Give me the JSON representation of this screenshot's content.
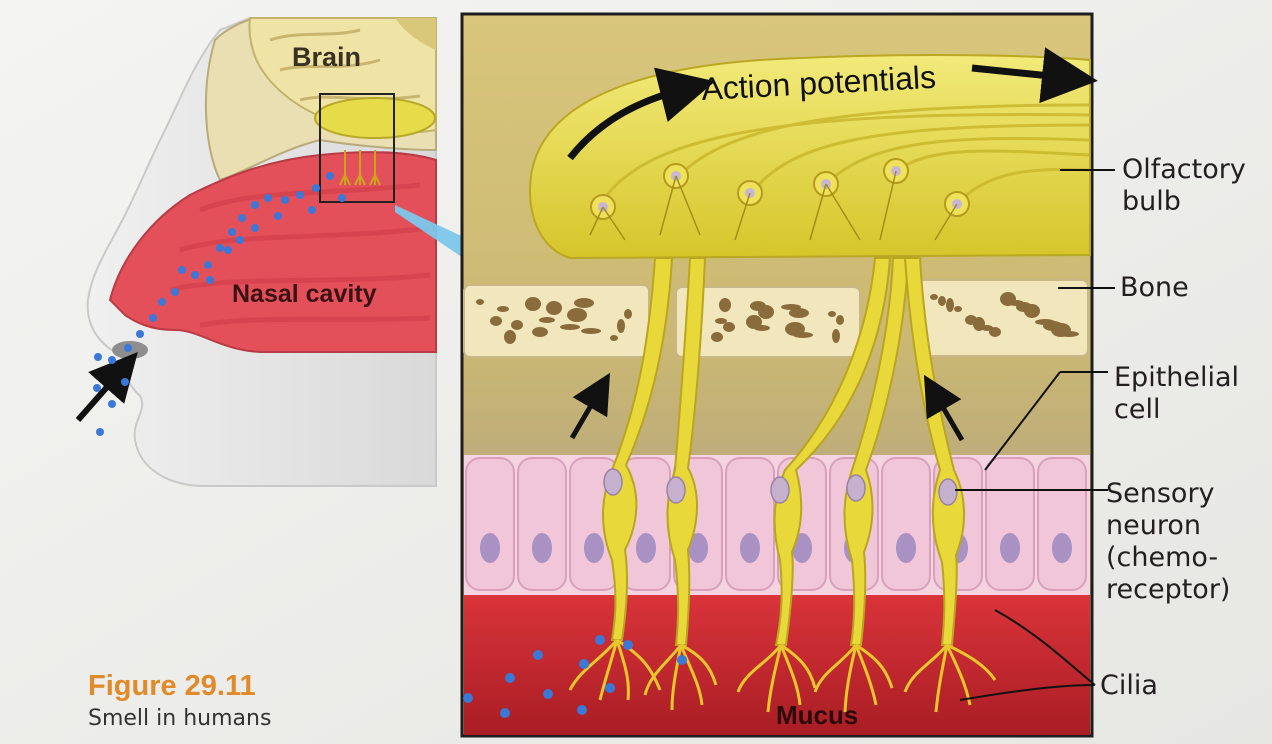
{
  "figure": {
    "number": "Figure 29.11",
    "caption": "Smell in humans"
  },
  "head_panel": {
    "brain_label": "Brain",
    "nasal_cavity_label": "Nasal cavity"
  },
  "detail_panel": {
    "action_potentials_label": "Action potentials",
    "mucus_label": "Mucus"
  },
  "callouts": {
    "olfactory_bulb": "Olfactory\nbulb",
    "bone": "Bone",
    "epithelial_cell": "Epithelial\ncell",
    "sensory_neuron": "Sensory\nneuron\n(chemo-\nreceptor)",
    "cilia": "Cilia"
  },
  "colors": {
    "nasal_red": "#e4505a",
    "bulb_yellow": "#e8dc3c",
    "mucus_red": "#c8232a",
    "epithelium_pink": "#f1c6d8",
    "odorant_blue": "#3b78d8",
    "caption_orange": "#e08a2a",
    "zoom_arrow": "#7cc6ec"
  }
}
